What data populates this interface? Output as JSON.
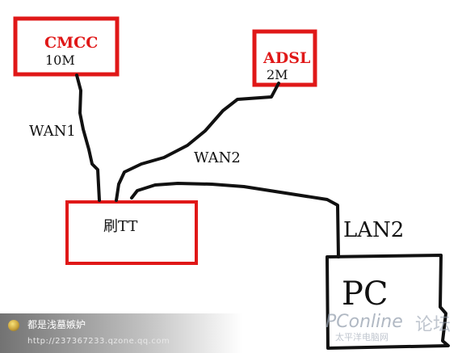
{
  "nodes": {
    "cmcc": {
      "name": "CMCC",
      "bandwidth": "10M"
    },
    "adsl": {
      "name": "ADSL",
      "bandwidth": "2M"
    },
    "router": {
      "label": "刷TT"
    },
    "pc": {
      "label": "PC"
    }
  },
  "links": {
    "wan1": "WAN1",
    "wan2": "WAN2",
    "lan2": "LAN2"
  },
  "watermark": {
    "user_name": "都是浅墓嫉妒",
    "user_url": "http://237367233.qzone.qq.com",
    "brand": "PConline",
    "brand_sub": "太平洋电脑网",
    "forum": "论坛"
  },
  "colors": {
    "box_red": "#e01818",
    "line_black": "#111111"
  }
}
